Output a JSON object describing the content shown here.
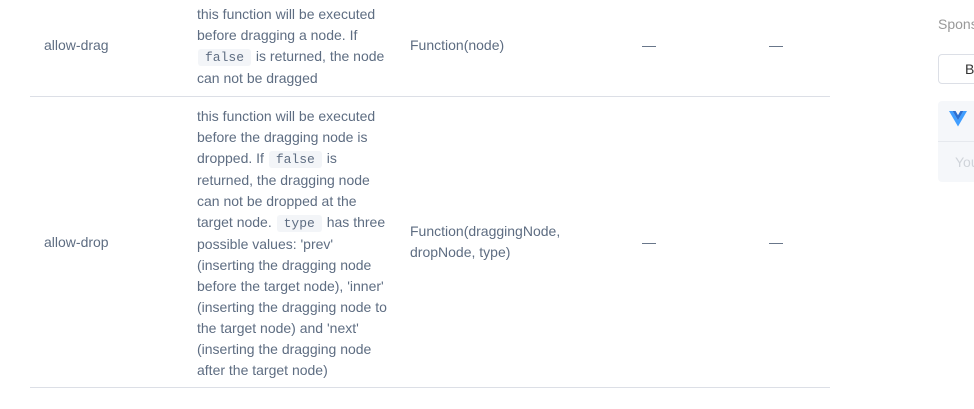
{
  "table": {
    "rows": [
      {
        "name": "allow-drag",
        "desc_parts": [
          "this function will be executed before dragging a node. If ",
          "false",
          " is returned, the node can not be dragged"
        ],
        "type": "Function(node)",
        "accepted": "—",
        "default": "—"
      },
      {
        "name": "allow-drop",
        "desc_parts": [
          "this function will be executed before the dragging node is dropped. If ",
          "false",
          " is returned, the dragging node can not be dropped at the target node. ",
          "type",
          " has three possible values: 'prev' (inserting the dragging node before the target node), 'inner' (inserting the dragging node to the target node) and 'next' (inserting the dragging node after the target node)"
        ],
        "type": "Function(draggingNode, dropNode, type)",
        "accepted": "—",
        "default": "—"
      }
    ]
  },
  "sidebar": {
    "sponsor_title": "Sponsors",
    "button_label": "B",
    "ad_logo_icon": "vue-logo-icon",
    "ad_text": "You",
    "accent_color": "#409eff"
  }
}
